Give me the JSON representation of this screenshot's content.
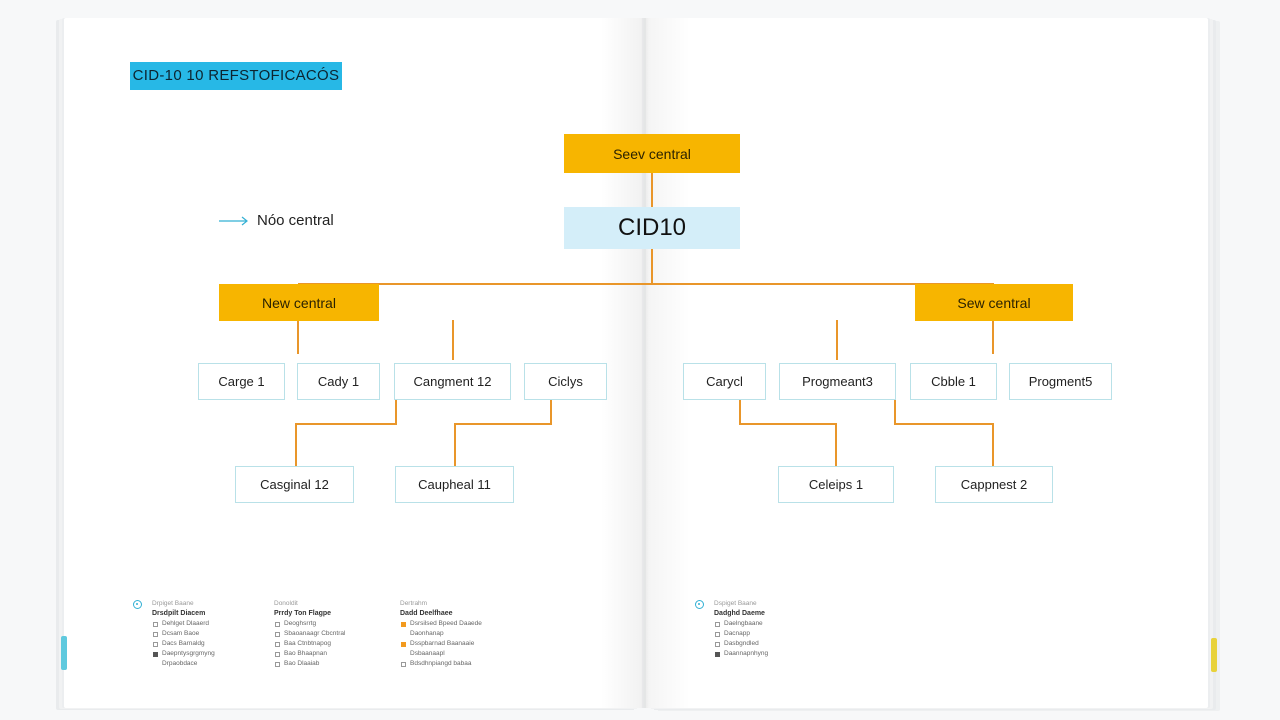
{
  "title_tag": "CID-10 10 REFSTOFICACÓS",
  "legend": {
    "label": "Nóo central",
    "icon": "arrow-right-icon"
  },
  "colors": {
    "accent_yellow": "#f7b500",
    "accent_blue": "#27b8e6",
    "node_blue": "#d4eef9",
    "connector": "#e9962a",
    "leaf_border": "#b9e1e8"
  },
  "diagram": {
    "top_node": "Seev central",
    "root_node": "CID10",
    "left_branch": {
      "label": "New central",
      "children": [
        "Carge 1",
        "Cady 1",
        "Cangment 12",
        "Ciclys"
      ],
      "grandchildren": [
        "Casginal 12",
        "Caupheal 11"
      ]
    },
    "right_branch": {
      "label": "Sew central",
      "children": [
        "Carycl",
        "Progmeant3",
        "Cbble 1",
        "Progment5"
      ],
      "grandchildren": [
        "Celeips 1",
        "Cappnest 2"
      ]
    }
  },
  "footer": {
    "left_col1": {
      "sub": "Drpiget Baane",
      "head": "Drsdpilt Diacem",
      "items": [
        "Dehlget Dlaaerd",
        "Dcsam Baoe",
        "Dacs Barnaldg",
        "Daepntysgrgmyng",
        "Drpaobdace"
      ]
    },
    "left_col2": {
      "sub": "Donoldit",
      "head": "Prrdy Ton Flagpe",
      "items": [
        "Deoghsrrtg",
        "Sbaoanaagr Cbcntral",
        "Baa Ctnbtnapog",
        "Bao Bhaapnan",
        "Bao Dlaaiab"
      ]
    },
    "left_col3": {
      "sub": "Dertrahm",
      "head": "Dadd Deelfhaee",
      "items": [
        "Dsrsilsed Bpeed Daaede",
        "Daonhanap",
        "Dsspbarnad Baanaaie",
        "Dsbaanaapl",
        "Bdsdhnpiangd babaa"
      ]
    },
    "right_col1": {
      "sub": "Dspiget Baane",
      "head": "Dadghd Daeme",
      "items": [
        "Daelngbaane",
        "Dacnapp",
        "Dasbgndled",
        "Daannapnhyng"
      ]
    }
  }
}
